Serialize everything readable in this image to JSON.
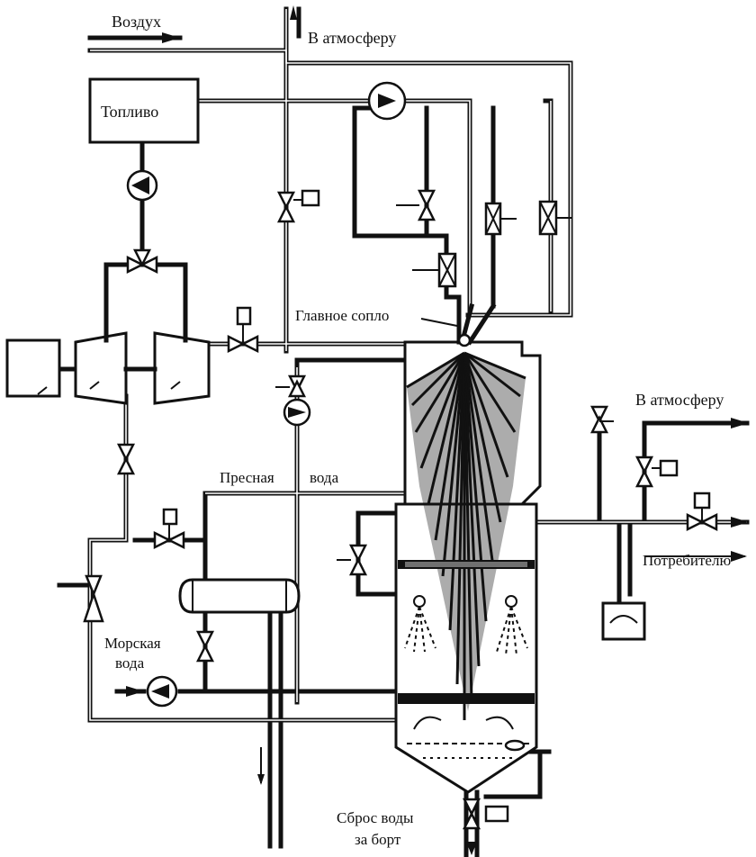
{
  "labels": {
    "air": "Воздух",
    "to_atmosphere_top": "В атмосферу",
    "fuel": "Топливо",
    "main_nozzle": "Главное сопло",
    "fresh_water_1": "Пресная",
    "fresh_water_2": "вода",
    "to_atmosphere_right": "В атмосферу",
    "consumers": "Потребителю",
    "sea_water_1": "Морская",
    "sea_water_2": "вода",
    "discharge_1": "Сброс воды",
    "discharge_2": "за борт"
  },
  "icons": {
    "pump": "pump-icon",
    "valve": "valve-icon",
    "control_valve": "control-valve-icon",
    "actuator": "actuator-icon"
  },
  "colors": {
    "ink": "#111111",
    "paper": "#ffffff"
  }
}
